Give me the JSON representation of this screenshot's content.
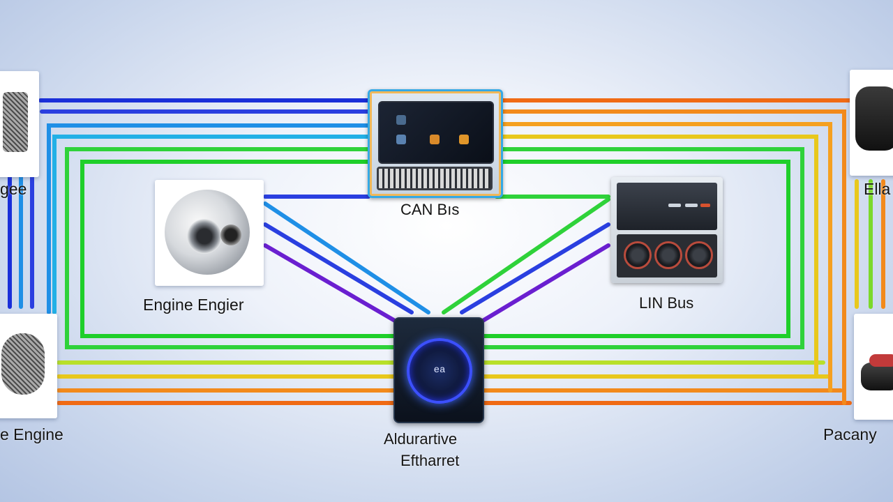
{
  "nodes": {
    "can_bus": {
      "label": "CAN Bıs"
    },
    "lin_bus": {
      "label": "LIN Bus"
    },
    "engine_center": {
      "label": "Engine Engier"
    },
    "gateway": {
      "label_line1": "Aldurartive",
      "label_line2": "Eftharret",
      "screen_text": "ea"
    },
    "left_top": {
      "label": "gee"
    },
    "left_bottom": {
      "label": "e Engine"
    },
    "right_top": {
      "label": "Ella"
    },
    "right_bottom": {
      "label": "Pacany"
    }
  },
  "colors": {
    "blue": "#1a2fd9",
    "light_blue": "#1f8fe6",
    "green": "#1fcf2a",
    "lime": "#7cd92a",
    "yellow": "#e8c81c",
    "orange": "#f28a1c",
    "dark_orange": "#f06a14",
    "purple": "#6a1fd0"
  }
}
